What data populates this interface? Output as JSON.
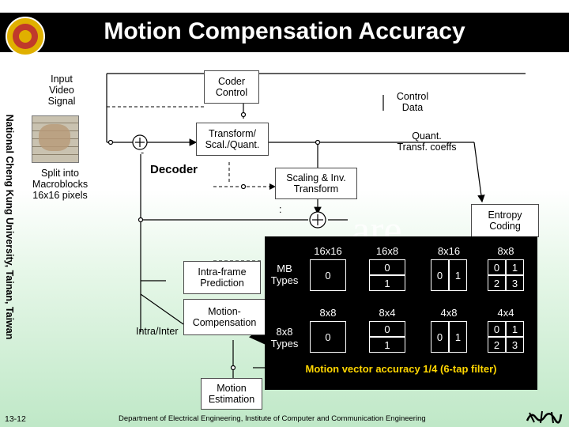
{
  "title": "Motion Compensation Accuracy",
  "side_text": "National Cheng Kung University, Tainan, Taiwan",
  "blocks": {
    "input_video": "Input\nVideo\nSignal",
    "coder_control": "Coder\nControl",
    "control_data": "Control\nData",
    "transform_quant": "Transform/\nScal./Quant.",
    "quant_coeffs": "Quant.\nTransf. coeffs",
    "split_macroblocks": "Split into\nMacroblocks\n16x16 pixels",
    "decoder": "Decoder",
    "scaling_inv": "Scaling & Inv.\nTransform",
    "entropy": "Entropy\nCoding",
    "intra_pred": "Intra-frame\nPrediction",
    "motion_comp": "Motion-\nCompensation",
    "intra_inter": "Intra/Inter",
    "motion_est": "Motion\nEstimation",
    "minus_sign": "-",
    "colon_sign": ":"
  },
  "overlay": {
    "mb_types_label": "MB\nTypes",
    "sub_types_label": "8x8\nTypes",
    "mb_types": [
      {
        "name": "16x16",
        "cells": [
          "0"
        ]
      },
      {
        "name": "16x8",
        "cells": [
          "0",
          "1"
        ]
      },
      {
        "name": "8x16",
        "cells": [
          "0",
          "1"
        ]
      },
      {
        "name": "8x8",
        "cells": [
          "0",
          "1",
          "2",
          "3"
        ]
      }
    ],
    "sub_types": [
      {
        "name": "8x8",
        "cells": [
          "0"
        ]
      },
      {
        "name": "8x4",
        "cells": [
          "0",
          "1"
        ]
      },
      {
        "name": "4x8",
        "cells": [
          "0",
          "1"
        ]
      },
      {
        "name": "4x4",
        "cells": [
          "0",
          "1",
          "2",
          "3"
        ]
      }
    ],
    "accuracy": "Motion vector accuracy 1/4 (6-tap filter)"
  },
  "background_text": "are",
  "footer": "Department of Electrical Engineering, Institute of Computer and Communication Engineering",
  "page_number": "13-12",
  "colors": {
    "title_bar": "#000000",
    "overlay_bg": "#000000",
    "accent_yellow": "#ffd600",
    "arrow_red": "#cc0000",
    "green_bg": "#bfe8c7"
  }
}
